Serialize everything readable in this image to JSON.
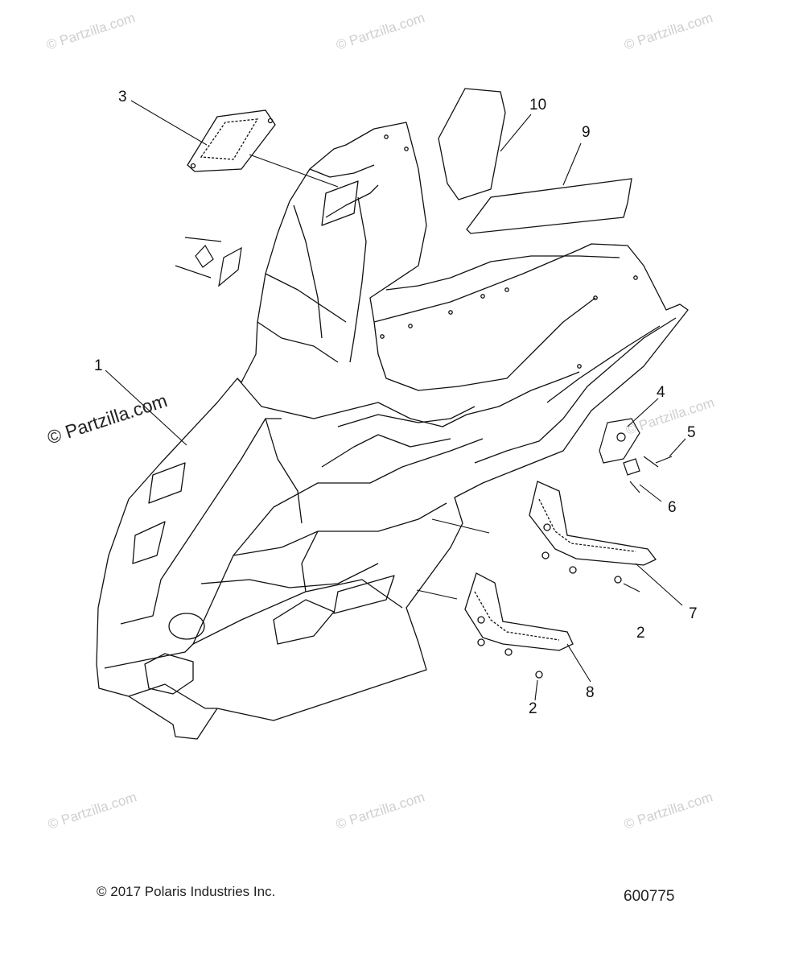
{
  "watermark": {
    "text": "© Partzilla.com"
  },
  "callouts": [
    {
      "id": "callout-1",
      "label": "1"
    },
    {
      "id": "callout-2a",
      "label": "2"
    },
    {
      "id": "callout-2b",
      "label": "2"
    },
    {
      "id": "callout-3",
      "label": "3"
    },
    {
      "id": "callout-4",
      "label": "4"
    },
    {
      "id": "callout-5",
      "label": "5"
    },
    {
      "id": "callout-6",
      "label": "6"
    },
    {
      "id": "callout-7",
      "label": "7"
    },
    {
      "id": "callout-8",
      "label": "8"
    },
    {
      "id": "callout-9",
      "label": "9"
    },
    {
      "id": "callout-10",
      "label": "10"
    }
  ],
  "footer": {
    "copyright": "© 2017 Polaris Industries Inc.",
    "diagram_number": "600775"
  }
}
